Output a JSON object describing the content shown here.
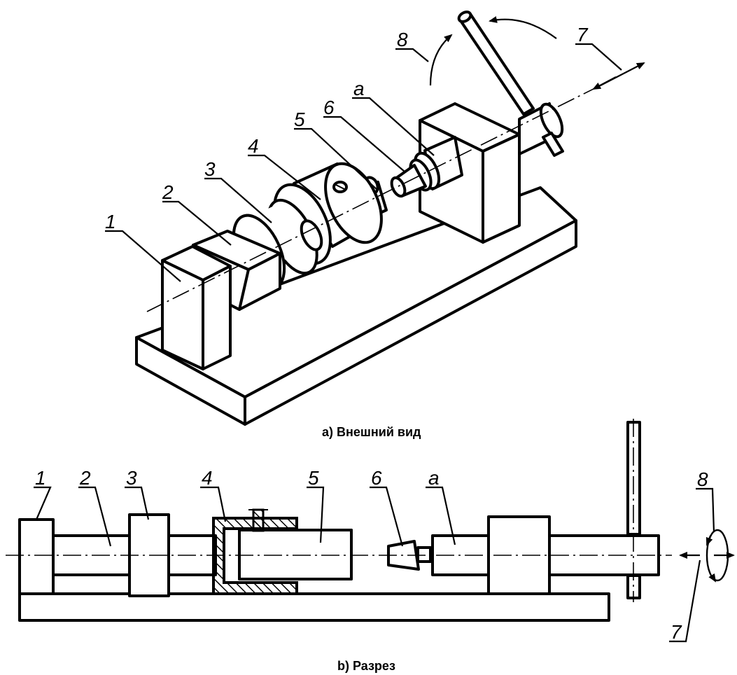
{
  "view_a": {
    "caption": "a) Внешний вид",
    "labels": {
      "l1": "1",
      "l2": "2",
      "l3": "3",
      "l4": "4",
      "l5": "5",
      "l6": "6",
      "la": "a",
      "l7": "7",
      "l8": "8"
    }
  },
  "view_b": {
    "caption": "b) Разрез",
    "labels": {
      "l1": "1",
      "l2": "2",
      "l3": "3",
      "l4": "4",
      "l5": "5",
      "l6": "6",
      "la": "a",
      "l7": "7",
      "l8": "8"
    }
  },
  "colors": {
    "line": "#000000",
    "background": "#ffffff"
  }
}
